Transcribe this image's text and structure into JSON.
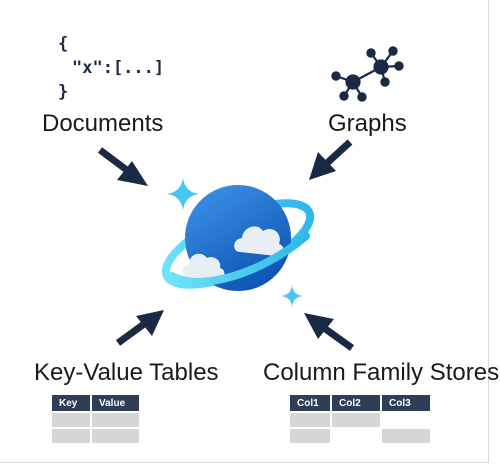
{
  "documents": {
    "code_open": "{",
    "code_body": "\"x\":[...]",
    "code_close": "}",
    "label": "Documents"
  },
  "graphs": {
    "label": "Graphs"
  },
  "key_value": {
    "label": "Key-Value Tables",
    "headers": [
      "Key",
      "Value"
    ]
  },
  "column_family": {
    "label": "Column Family Stores",
    "headers": [
      "Col1",
      "Col2",
      "Col3"
    ]
  },
  "colors": {
    "arrow": "#1b2a44",
    "planet": "#1e6fd0",
    "ring": "#50d0f0",
    "sparkle": "#46c6ef",
    "table_header": "#2e3e57",
    "table_cell": "#d6d6d6"
  }
}
